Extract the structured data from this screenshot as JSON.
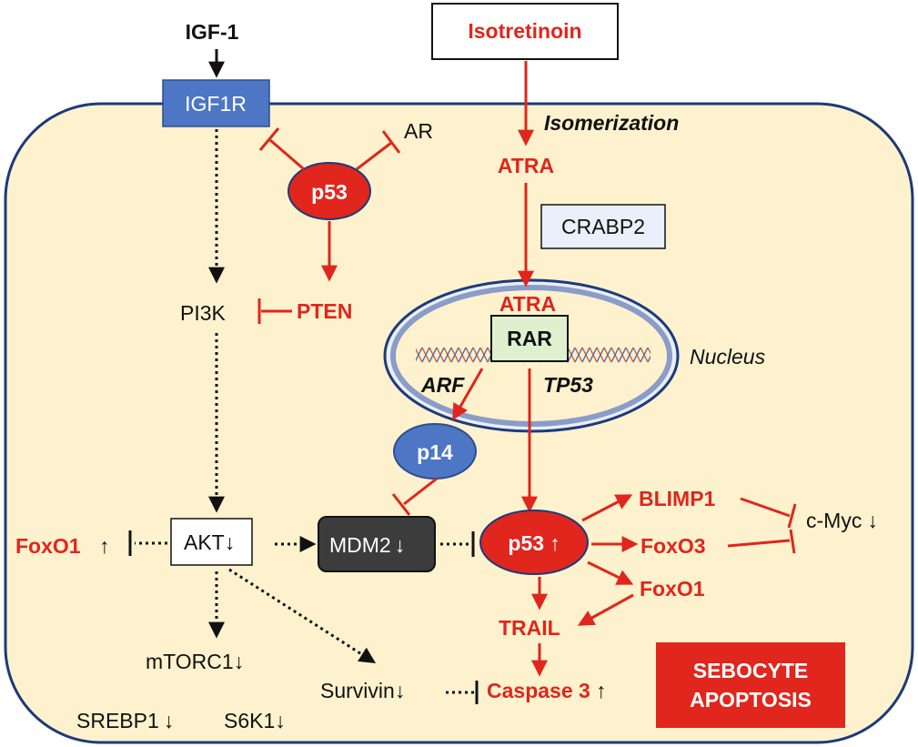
{
  "colors": {
    "red": "#e0261d",
    "cell_fill": "#fdf2cd",
    "cell_border": "#1d3a7a",
    "blue_box": "#4d76c4",
    "dark_box": "#3c3c3c",
    "crabp_fill": "#e9f0fb",
    "rar_fill": "#dff0cf",
    "sebocyte_box": "#e0261d"
  },
  "labels": {
    "igf1": "IGF-1",
    "igf1r": "IGF1R",
    "isotretinoin": "Isotretinoin",
    "isomerization": "Isomerization",
    "ar": "AR",
    "p53_top": "p53",
    "atra_top": "ATRA",
    "crabp2": "CRABP2",
    "pi3k": "PI3K",
    "pten": "PTEN",
    "atra_nucleus": "ATRA",
    "rar": "RAR",
    "nucleus": "Nucleus",
    "arf": "ARF",
    "tp53": "TP53",
    "p14": "p14",
    "blimp1": "BLIMP1",
    "cmyc": "c-Myc",
    "foxo1_left": "FoxO1",
    "akt": "AKT",
    "mdm2": "MDM2",
    "p53_bottom": "p53",
    "foxo3": "FoxO3",
    "foxo1_right": "FoxO1",
    "trail": "TRAIL",
    "mtorc1": "mTORC1",
    "survivin": "Survivin",
    "caspase3": "Caspase 3",
    "srebp1": "SREBP1",
    "s6k1": "S6K1",
    "sebocyte_line1": "SEBOCYTE",
    "sebocyte_line2": "APOPTOSIS",
    "arrow_up": "↑",
    "arrow_down": "↓"
  }
}
